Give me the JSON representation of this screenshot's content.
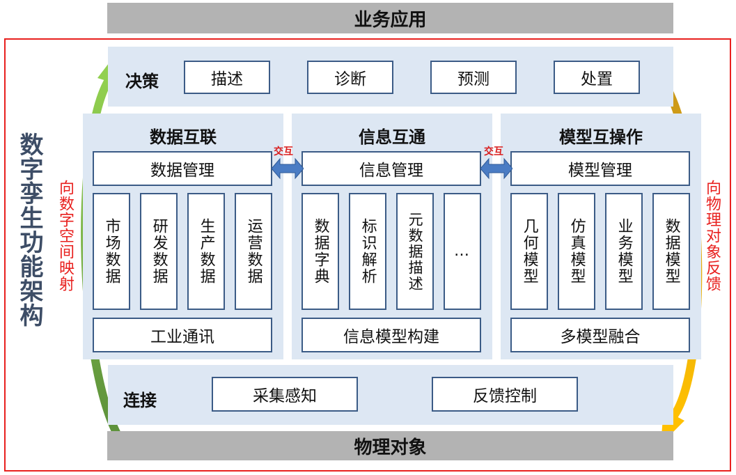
{
  "top_bar": "业务应用",
  "bottom_bar": "物理对象",
  "side_title": "数字孪生功能架构",
  "left_note": "向数字空间映射",
  "right_note": "向物理对象反馈",
  "decision": {
    "label": "决策",
    "items": [
      "描述",
      "诊断",
      "预测",
      "处置"
    ]
  },
  "columns": [
    {
      "title": "数据互联",
      "manager": "数据管理",
      "items": [
        "市场数据",
        "研发数据",
        "生产数据",
        "运营数据"
      ],
      "footer": "工业通讯"
    },
    {
      "title": "信息互通",
      "manager": "信息管理",
      "items": [
        "数据字典",
        "标识解析",
        "元数据描述",
        "…"
      ],
      "footer": "信息模型构建"
    },
    {
      "title": "模型互操作",
      "manager": "模型管理",
      "items": [
        "几何模型",
        "仿真模型",
        "业务模型",
        "数据模型"
      ],
      "footer": "多模型融合"
    }
  ],
  "exchange_labels": [
    "交互",
    "交互"
  ],
  "connection": {
    "label": "连接",
    "items": [
      "采集感知",
      "反馈控制"
    ]
  },
  "colors": {
    "frame_red": "#e8201e",
    "panel_blue": "#dde7f3",
    "box_border": "#3b5b86",
    "arrow_green": "#6aa84f",
    "arrow_orange": "#f2b300",
    "exchange_arrow": "#4a7cc4"
  }
}
